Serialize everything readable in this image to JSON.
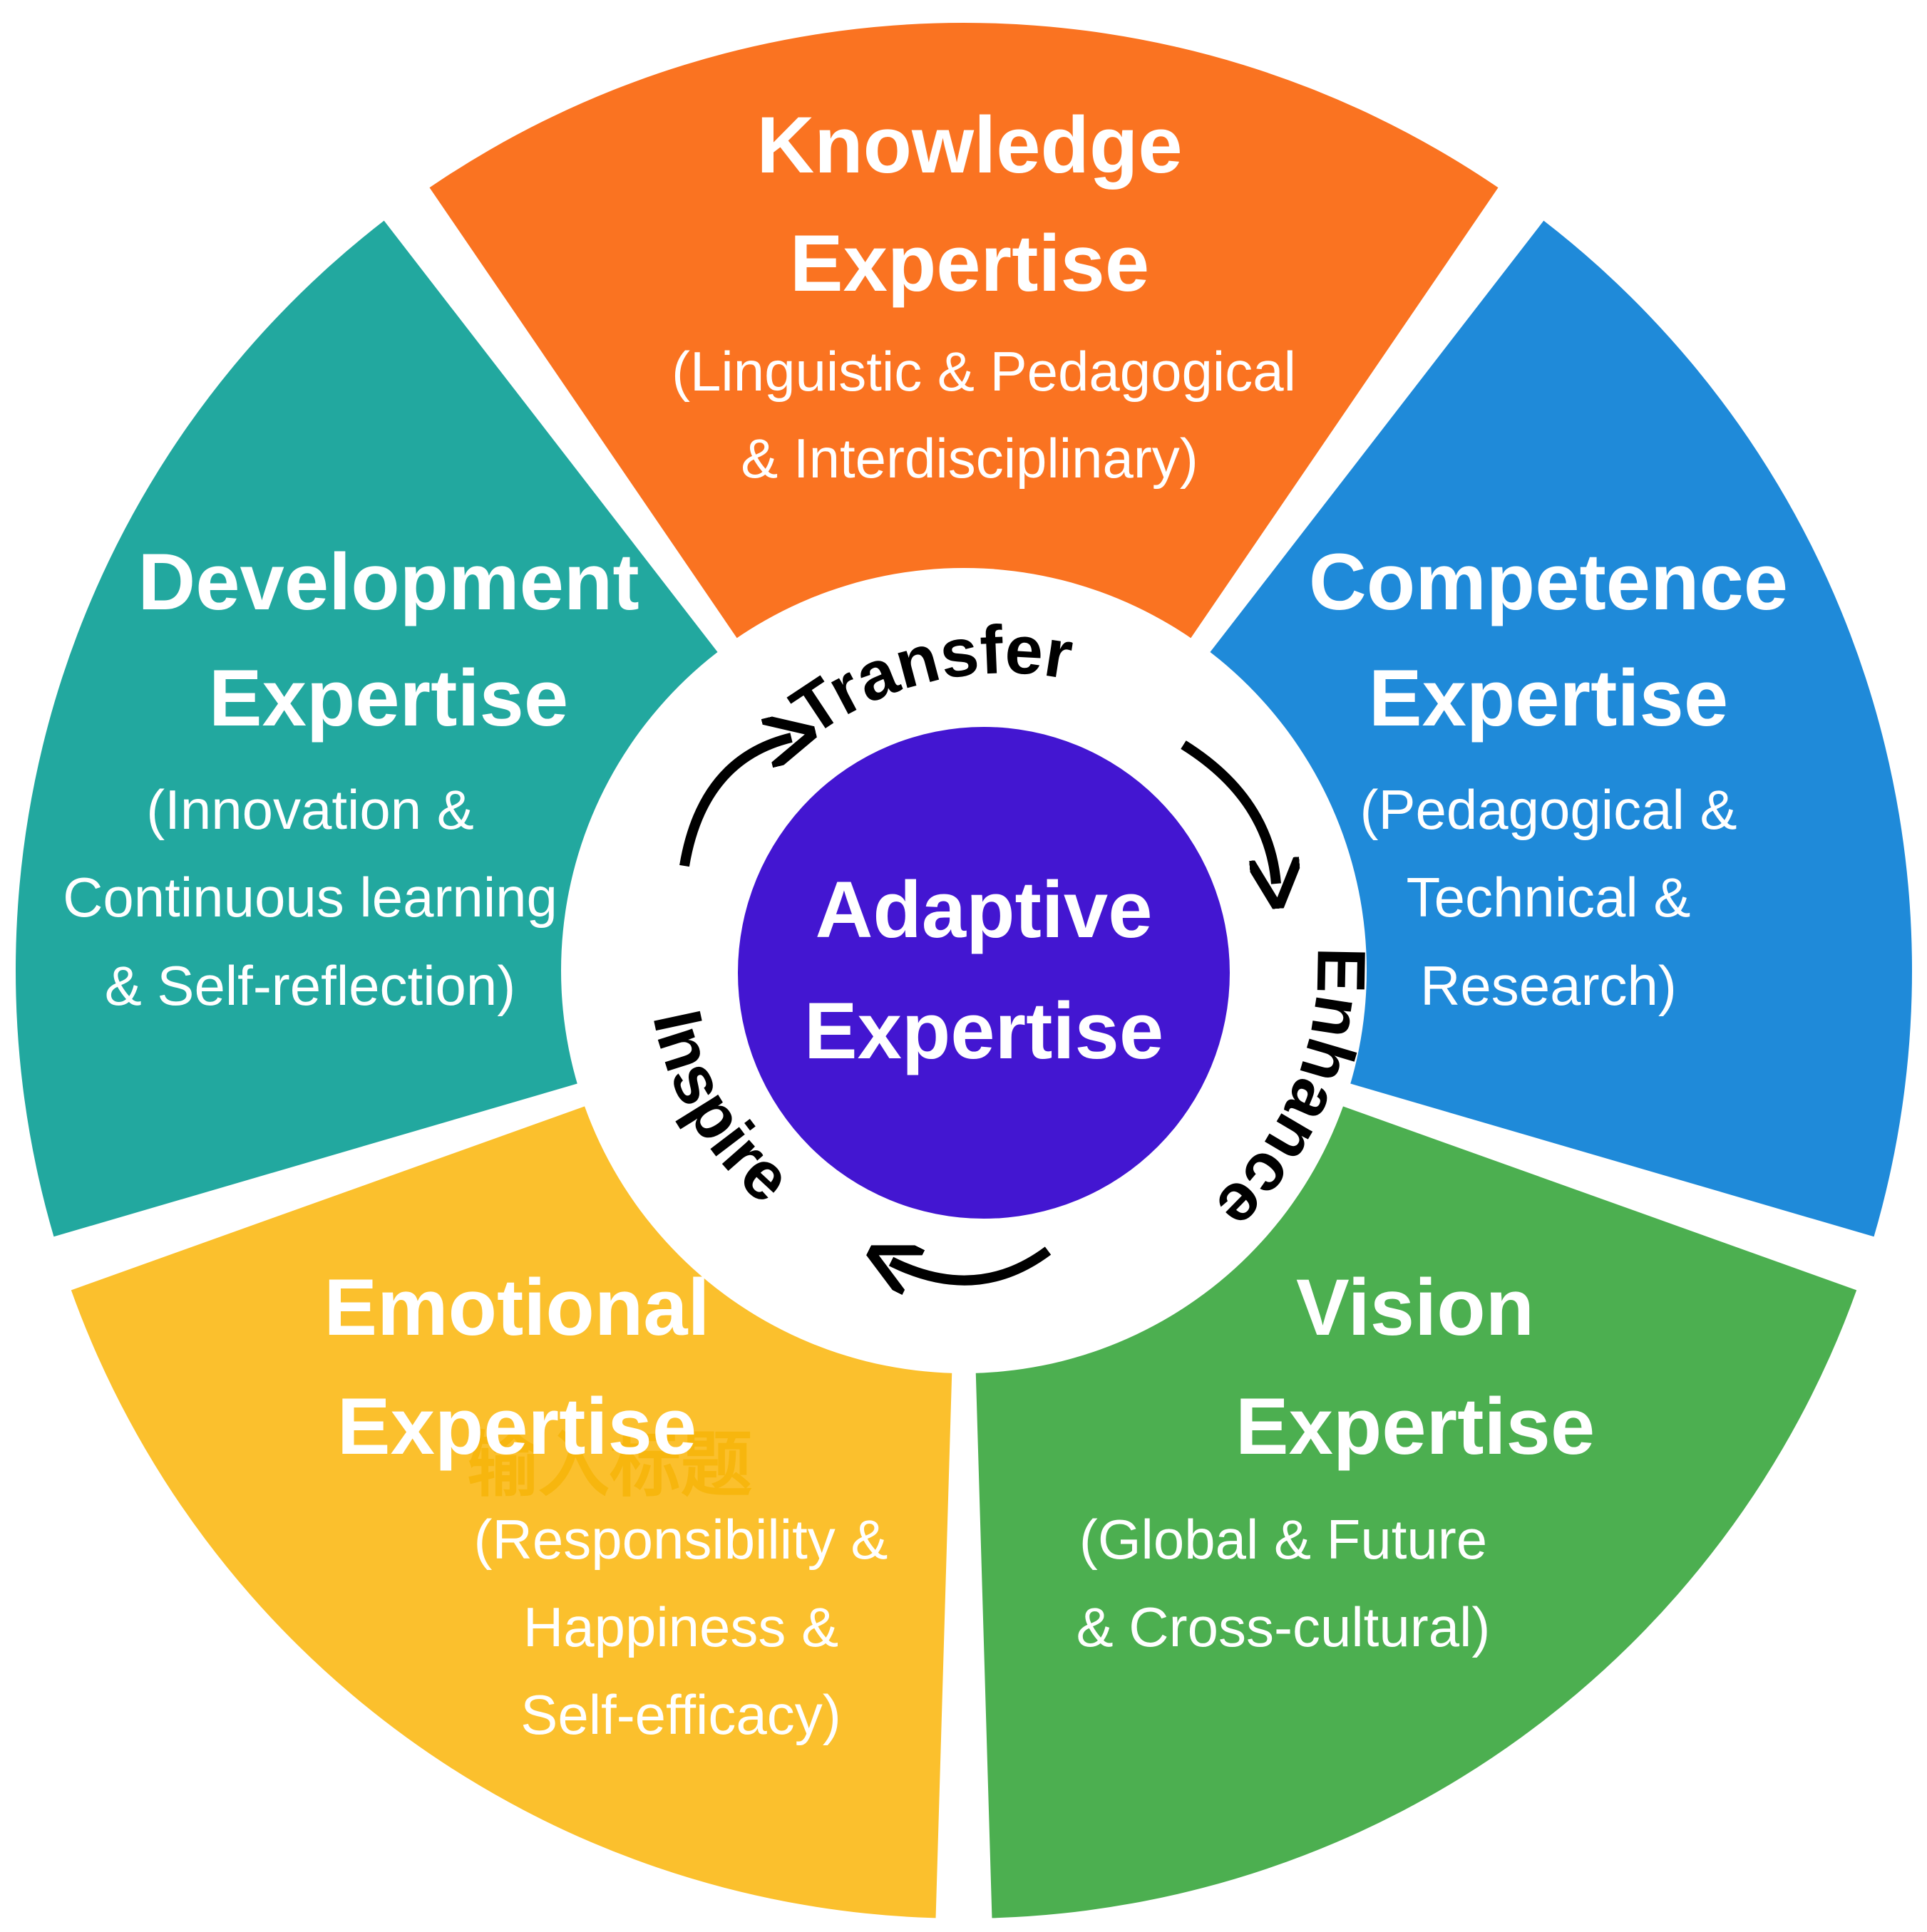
{
  "center": {
    "line1": "Adaptive",
    "line2": "Expertise",
    "color": "#4316d1"
  },
  "ring_words": {
    "top": "Transfer",
    "right": "Enhance",
    "left": "Inspire"
  },
  "segments": {
    "knowledge": {
      "title1": "Knowledge",
      "title2": "Expertise",
      "sub1": "(Linguistic & Pedagogical",
      "sub2": "& Interdisciplinary)",
      "color": "#fa7321"
    },
    "competence": {
      "title1": "Competence",
      "title2": "Expertise",
      "sub1": "(Pedagogical &",
      "sub2": "Technical &",
      "sub3": "Research)",
      "color": "#1f8ad9"
    },
    "vision": {
      "title1": "Vision",
      "title2": "Expertise",
      "sub1": "(Global & Future",
      "sub2": "& Cross-cultural)",
      "color": "#4caf50"
    },
    "emotional": {
      "title1": "Emotional",
      "title2": "Expertise",
      "sub1": "(Responsibility &",
      "sub2": "Happiness &",
      "sub3": "Self-efficacy)",
      "ghost": "输入标题",
      "color": "#fbc02d"
    },
    "development": {
      "title1": "Development",
      "title2": "Expertise",
      "sub1": "(Innovation &",
      "sub2": "Continuous learning",
      "sub3": "& Self-reflection)",
      "color": "#22a89f"
    }
  }
}
